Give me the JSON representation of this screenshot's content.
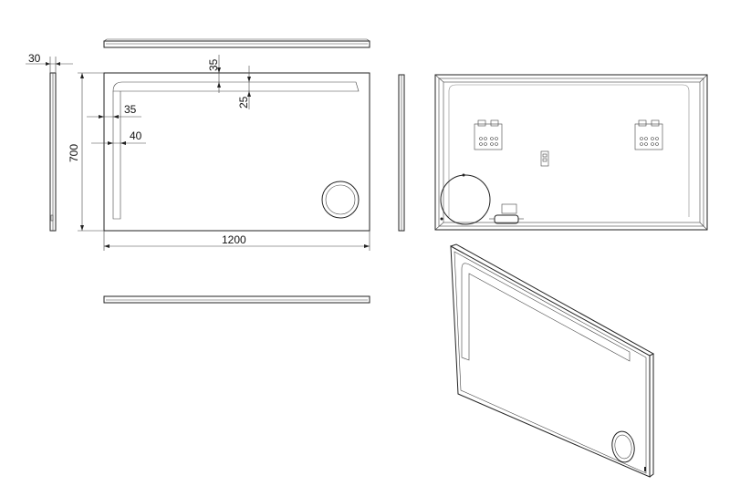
{
  "drawing": {
    "title": "LED mirror technical drawing",
    "units": "mm",
    "views": [
      "top-view",
      "side-view-left",
      "front-view",
      "side-view-right",
      "bottom-view",
      "rear-view",
      "isometric-view"
    ],
    "dimensions": {
      "depth": "30",
      "height": "700",
      "width": "1200",
      "top_margin_outer": "35",
      "top_margin_inner": "25",
      "side_margin_outer": "35",
      "side_margin_inner": "40"
    },
    "features": {
      "led_strip_front": "L-shaped LED light strips along top and left edges",
      "magnifier": "round cosmetic magnifying mirror, bottom right",
      "rear_brackets": 2,
      "rear_switch_module": 1,
      "rear_transformer": 1,
      "rear_round_cutout": 1
    },
    "colors": {
      "line": "#222222",
      "background": "#ffffff"
    }
  }
}
